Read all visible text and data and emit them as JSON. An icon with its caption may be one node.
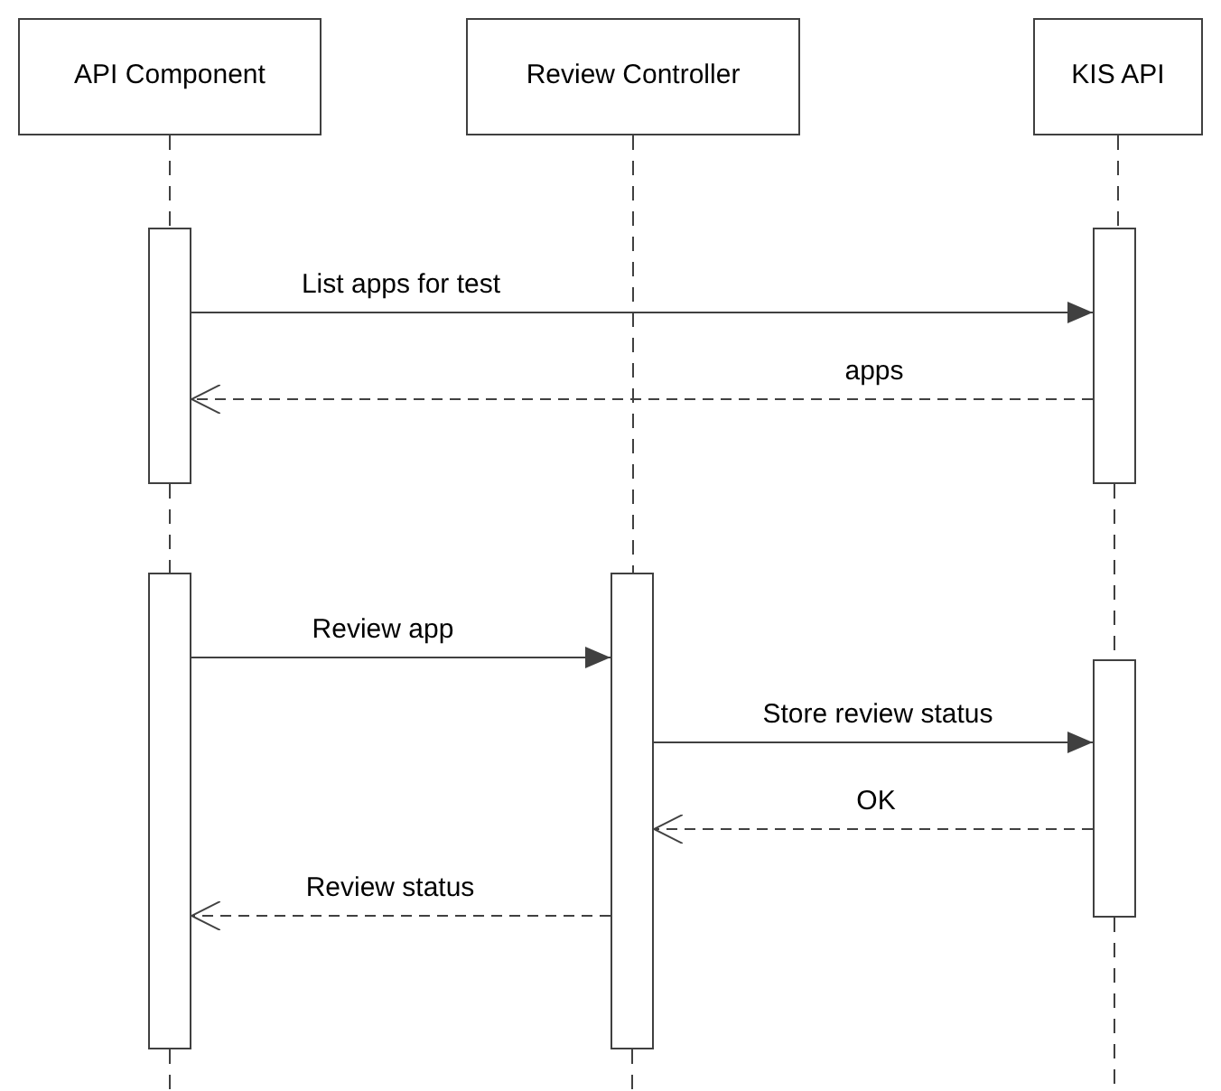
{
  "diagram": {
    "nodes": [
      {
        "text": [
          "API Component"
        ]
      },
      {
        "text": [
          "Review Controller"
        ]
      },
      {
        "text": [
          "KIS API"
        ]
      },
      {
        "text": [],
        "shape": "bar"
      },
      {
        "text": [],
        "shape": "bar"
      },
      {
        "text": [],
        "shape": "bar"
      },
      {
        "text": [],
        "shape": "bar"
      },
      {
        "text": [],
        "shape": "bar"
      }
    ],
    "edges": [
      {
        "from": 3,
        "to": 4,
        "arrow": "to",
        "label": "List apps for test"
      },
      {
        "from": 4,
        "to": 3,
        "arrow": "to",
        "label": "apps",
        "style": "dashed"
      },
      {
        "from": 5,
        "to": 6,
        "arrow": "to",
        "label": "Review app"
      },
      {
        "from": 6,
        "to": 7,
        "arrow": "to",
        "label": "Store review status"
      },
      {
        "from": 7,
        "to": 6,
        "arrow": "to",
        "label": "OK",
        "style": "dashed"
      },
      {
        "from": 6,
        "to": 5,
        "arrow": "to",
        "label": "Review status",
        "style": "dashed"
      },
      {
        "from": 0,
        "to": 3,
        "arrow": "none",
        "style": "dashed"
      },
      {
        "from": 3,
        "to": 5,
        "arrow": "none",
        "style": "dashed"
      },
      {
        "from": 5,
        "to": null,
        "arrow": "none",
        "style": "dashed"
      },
      {
        "from": 1,
        "to": 6,
        "arrow": "none",
        "style": "dashed"
      },
      {
        "from": 6,
        "to": null,
        "arrow": "none",
        "style": "dashed"
      },
      {
        "from": 2,
        "to": 4,
        "arrow": "none",
        "style": "dashed"
      },
      {
        "from": 4,
        "to": 7,
        "arrow": "none",
        "style": "dashed"
      },
      {
        "from": 7,
        "to": null,
        "arrow": "none",
        "style": "dashed"
      }
    ]
  }
}
